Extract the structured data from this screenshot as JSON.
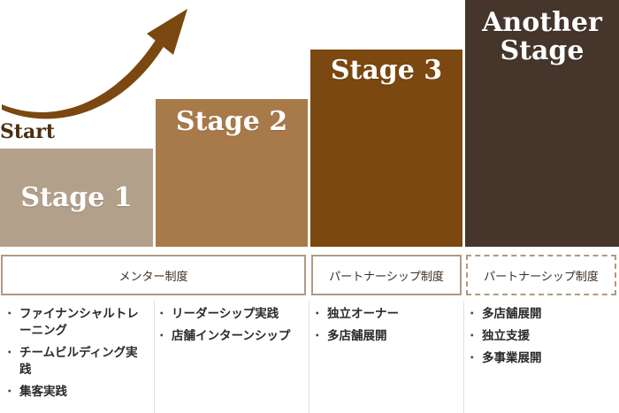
{
  "start_label": "Start",
  "colors": {
    "stage1": "#b3a08a",
    "stage2": "#a87a4a",
    "stage3": "#7a4810",
    "stage4": "#45352b",
    "arrow": "#7a4810",
    "box_border": "#b09a82"
  },
  "stages": [
    {
      "label": "Stage 1"
    },
    {
      "label": "Stage 2"
    },
    {
      "label": "Stage 3"
    },
    {
      "label_line1": "Another",
      "label_line2": "Stage"
    }
  ],
  "programs": {
    "mentor": "メンター制度",
    "partner": "パートナーシップ制度",
    "partner_dashed": "パートナーシップ制度"
  },
  "features": {
    "col1": [
      "ファイナンシャルトレーニング",
      "チームビルディング実践",
      "集客実践"
    ],
    "col2": [
      "リーダーシップ実践",
      "店舗インターンシップ"
    ],
    "col3": [
      "独立オーナー",
      "多店舗展開"
    ],
    "col4": [
      "多店舗展開",
      "独立支援",
      "多事業展開"
    ]
  }
}
